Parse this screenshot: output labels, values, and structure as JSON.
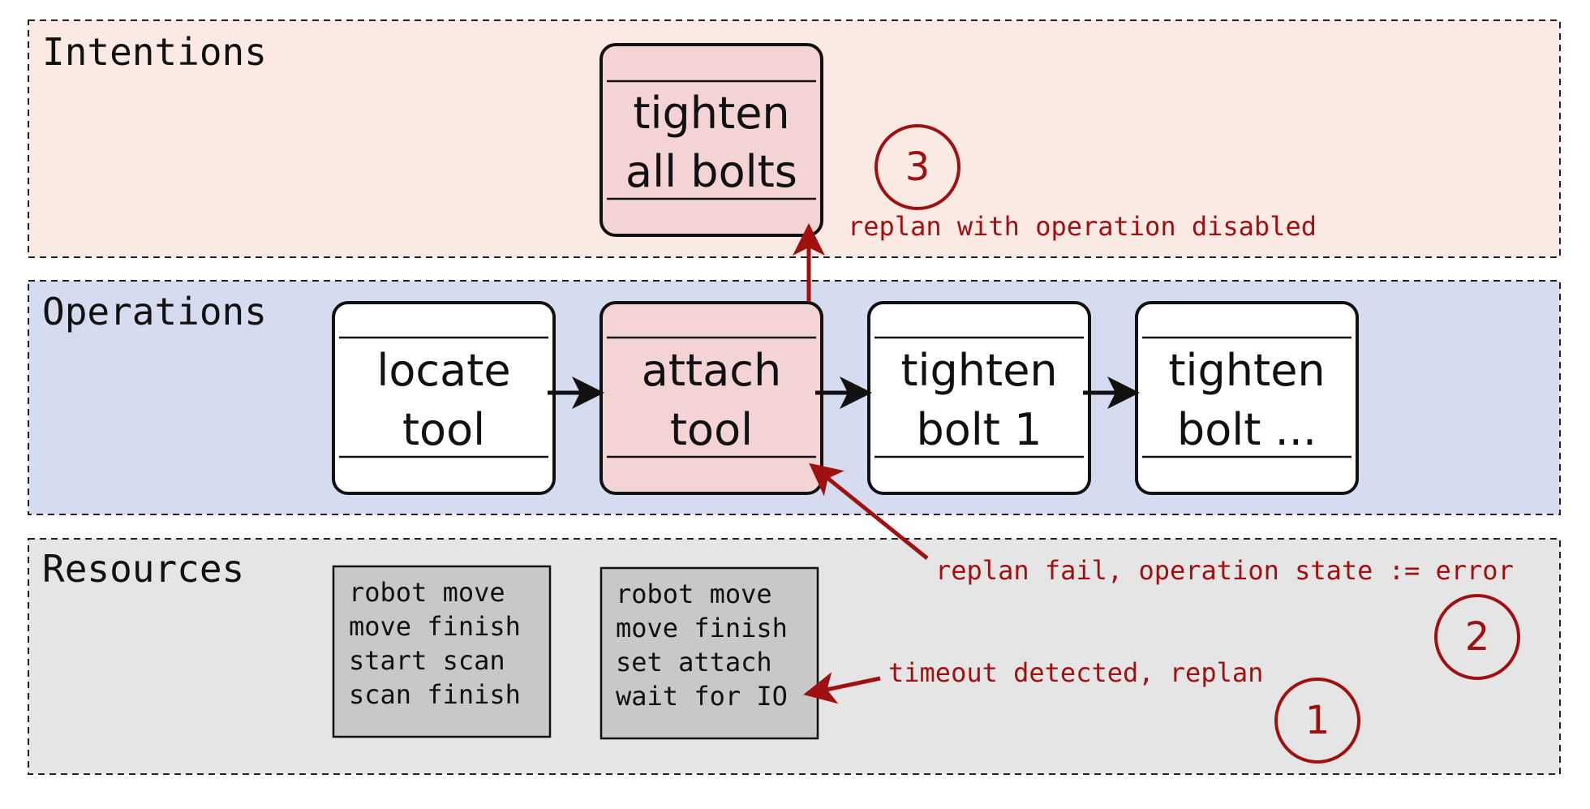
{
  "colors": {
    "intentions_bg": "#fbe9e4",
    "operations_bg": "#d5dcf0",
    "resources_bg": "#e5e5e5",
    "highlight_box": "#f4d3d4",
    "normal_box": "#ffffff",
    "annotation": "#a01010"
  },
  "lanes": {
    "intentions": "Intentions",
    "operations": "Operations",
    "resources": "Resources"
  },
  "intention": {
    "line1": "tighten",
    "line2": "all bolts"
  },
  "operations": [
    {
      "line1": "locate",
      "line2": "tool"
    },
    {
      "line1": "attach",
      "line2": "tool"
    },
    {
      "line1": "tighten",
      "line2": "bolt 1"
    },
    {
      "line1": "tighten",
      "line2": "bolt ..."
    }
  ],
  "resources": [
    {
      "lines": [
        "robot move",
        "move finish",
        "start scan",
        "scan finish"
      ]
    },
    {
      "lines": [
        "robot move",
        "move finish",
        "set attach",
        "wait for IO"
      ]
    }
  ],
  "annotations": {
    "replan_disabled": "replan with operation disabled",
    "replan_fail": "replan fail, operation state := error",
    "timeout": "timeout detected, replan"
  },
  "steps": {
    "one": "1",
    "two": "2",
    "three": "3"
  }
}
